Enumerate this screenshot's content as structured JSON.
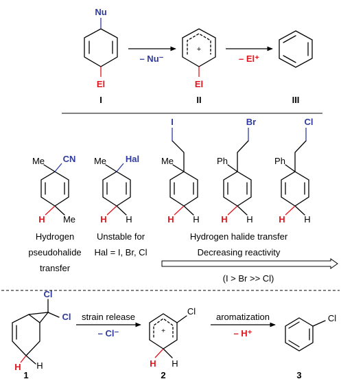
{
  "top": {
    "nu": "Nu",
    "el_left": "El",
    "el_mid": "El",
    "plus": "+",
    "arrow1_label": "– Nu⁻",
    "arrow2_label": "– El⁺",
    "label_I": "I",
    "label_II": "II",
    "label_III": "III"
  },
  "middle": {
    "me1": "Me",
    "cn": "CN",
    "h1": "H",
    "me1b": "Me",
    "me2": "Me",
    "hal": "Hal",
    "h2r": "H",
    "h2": "H",
    "i_atom": "I",
    "me3": "Me",
    "h3r": "H",
    "h3": "H",
    "br_atom": "Br",
    "ph4": "Ph",
    "h4r": "H",
    "h4": "H",
    "cl_atom": "Cl",
    "ph5": "Ph",
    "h5r": "H",
    "h5": "H",
    "caption1_line1": "Hydrogen",
    "caption1_line2": "pseudohalide",
    "caption1_line3": "transfer",
    "caption2_line1": "Unstable for",
    "caption2_line2": "Hal = I, Br, Cl",
    "caption3_line1": "Hydrogen halide transfer",
    "caption3_line2": "Decreasing reactivity",
    "caption3_line3": "(I > Br >> Cl)"
  },
  "bottom": {
    "cl1": "Cl",
    "cl2": "Cl",
    "h_red1": "H",
    "h1": "H",
    "cl_mid": "Cl",
    "plus": "+",
    "h_red2": "H",
    "h2": "H",
    "cl_prod": "Cl",
    "arrow1_top": "strain release",
    "arrow1_bottom": "– Cl⁻",
    "arrow2_top": "aromatization",
    "arrow2_bottom": "– H⁺",
    "label_1": "1",
    "label_2": "2",
    "label_3": "3"
  },
  "colors": {
    "blue": "#2e3a9f",
    "red": "#e1141c",
    "black": "#000000"
  }
}
